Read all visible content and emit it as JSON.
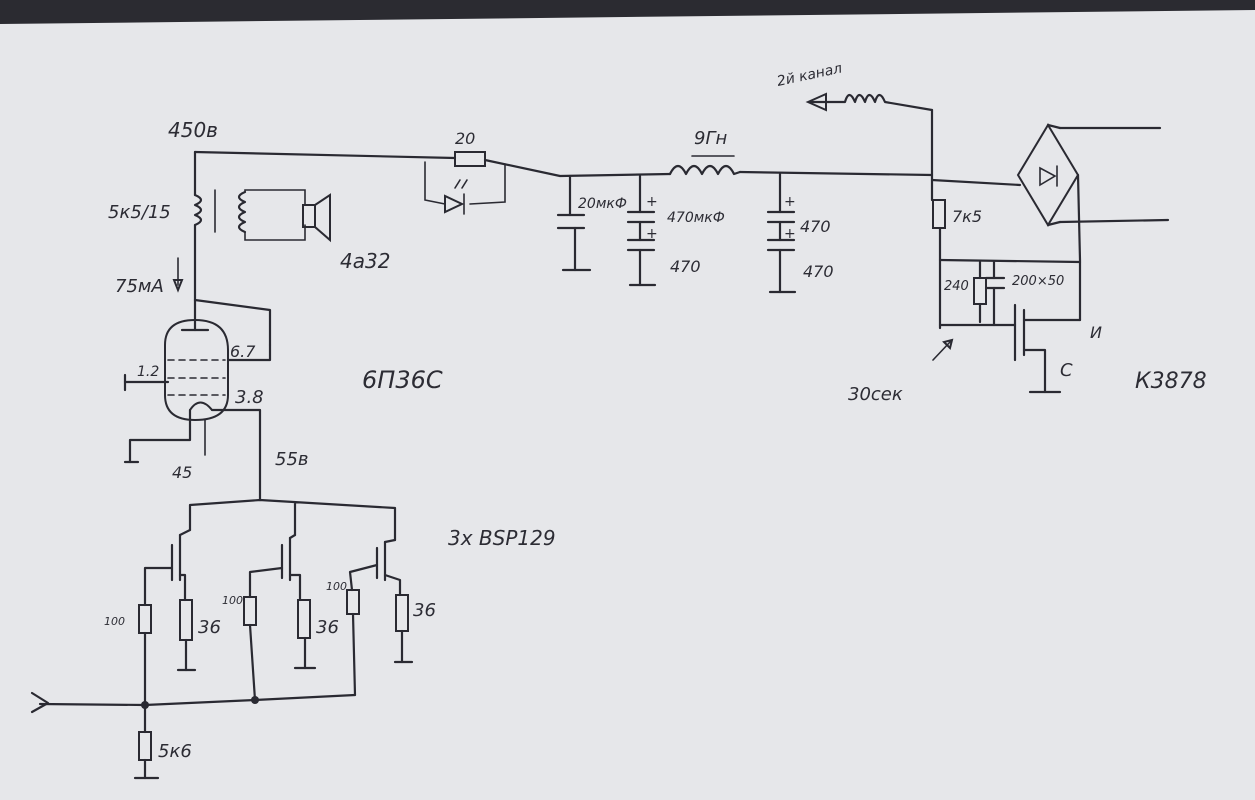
{
  "colors": {
    "paper": "#e6e7ea",
    "ink": "#2a2a32",
    "edge": "#2b2b31"
  },
  "labels": {
    "supply_voltage": "450в",
    "transformer": "5к5/15",
    "speaker": "4а32",
    "current": "75мА",
    "tube": "6П36С",
    "g1_voltage": "1.2",
    "screen_voltage": "6.7",
    "cathode_voltage": "3.8",
    "heater": "45",
    "cathode_node": "55в",
    "mosfets": "3х BSP129",
    "gate_res_1": "100",
    "gate_res_2": "100",
    "gate_res_3": "100",
    "source_res_1": "36",
    "source_res_2": "36",
    "source_res_3": "36",
    "input_res": "5к6",
    "filter_res": "20",
    "choke": "9Гн",
    "cap_1": "20мкФ",
    "cap_2a": "470мкФ",
    "cap_2b": "470",
    "cap_3a": "470",
    "cap_3b": "470",
    "second_channel": "2й канал",
    "res_7k5": "7к5",
    "res_240": "240",
    "cap_200x50": "200×50",
    "mosfet_drain": "И",
    "mosfet_source": "С",
    "delay": "30сек",
    "delay_mosfet": "К3878"
  }
}
